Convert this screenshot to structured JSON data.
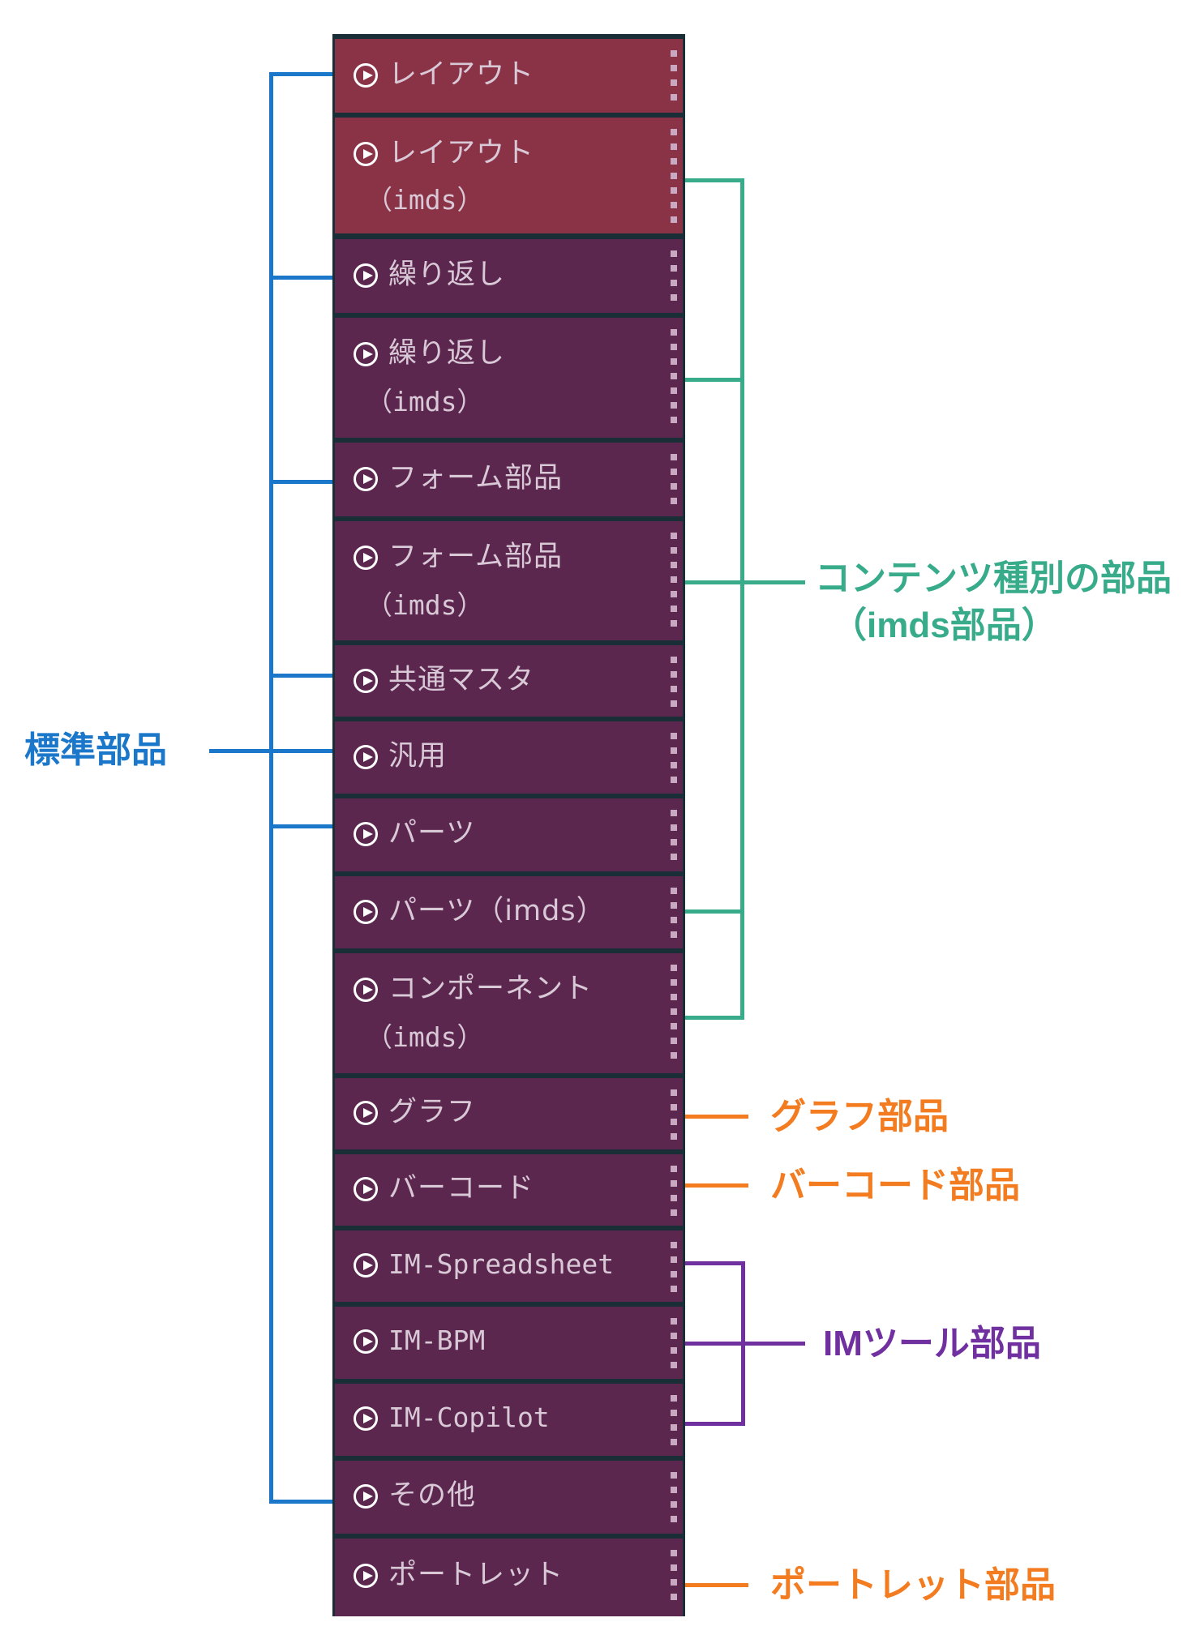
{
  "panel": {
    "items": [
      {
        "label": "レイアウト",
        "sub": "",
        "theme": "red"
      },
      {
        "label": "レイアウト",
        "sub": "（imds）",
        "theme": "red"
      },
      {
        "label": "繰り返し",
        "sub": "",
        "theme": "purple"
      },
      {
        "label": "繰り返し",
        "sub": "（imds）",
        "theme": "purple"
      },
      {
        "label": "フォーム部品",
        "sub": "",
        "theme": "purple"
      },
      {
        "label": "フォーム部品",
        "sub": "（imds）",
        "theme": "purple"
      },
      {
        "label": "共通マスタ",
        "sub": "",
        "theme": "purple"
      },
      {
        "label": "汎用",
        "sub": "",
        "theme": "purple"
      },
      {
        "label": "パーツ",
        "sub": "",
        "theme": "purple"
      },
      {
        "label": "パーツ（imds）",
        "sub": "",
        "theme": "purple"
      },
      {
        "label": "コンポーネント",
        "sub": "（imds）",
        "theme": "purple"
      },
      {
        "label": "グラフ",
        "sub": "",
        "theme": "purple"
      },
      {
        "label": "バーコード",
        "sub": "",
        "theme": "purple"
      },
      {
        "label": "IM-Spreadsheet",
        "sub": "",
        "theme": "purple"
      },
      {
        "label": "IM-BPM",
        "sub": "",
        "theme": "purple"
      },
      {
        "label": "IM-Copilot",
        "sub": "",
        "theme": "purple"
      },
      {
        "label": "その他",
        "sub": "",
        "theme": "purple"
      },
      {
        "label": "ポートレット",
        "sub": "",
        "theme": "purple"
      }
    ],
    "item_icon": "play-circle-icon",
    "handle_icon": "drag-handle-icon"
  },
  "annotations": {
    "standard": {
      "label": "標準部品",
      "color": "#1a77c9"
    },
    "content_type": {
      "line1": "コンテンツ種別の部品",
      "line2": "（imds部品）",
      "color": "#37ab8a"
    },
    "graph": {
      "label": "グラフ部品",
      "color": "#f47c20"
    },
    "barcode": {
      "label": "バーコード部品",
      "color": "#f47c20"
    },
    "im_tools": {
      "label": "IMツール部品",
      "color": "#7030a0"
    },
    "portlet": {
      "label": "ポートレット部品",
      "color": "#f47c20"
    }
  },
  "colors": {
    "row_red": "#8a3347",
    "row_purple": "#5b274f",
    "row_border": "#1a2e38",
    "row_text": "#d9c8d6"
  }
}
